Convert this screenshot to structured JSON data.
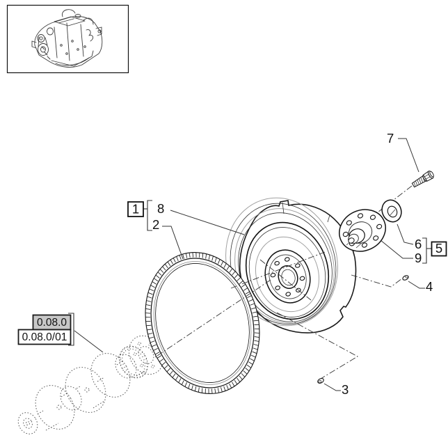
{
  "page": {
    "background": "#ffffff"
  },
  "colors": {
    "line": "#1a1a1a",
    "highlight_bg": "#c7c7c7",
    "dash": "#333333"
  },
  "callouts": {
    "n1": "1",
    "n2": "2",
    "n3": "3",
    "n4": "4",
    "n5": "5",
    "n6": "6",
    "n7": "7",
    "n8": "8",
    "n9": "9"
  },
  "section_refs": {
    "current": "0.08.0",
    "related": "0.08.0/01"
  }
}
